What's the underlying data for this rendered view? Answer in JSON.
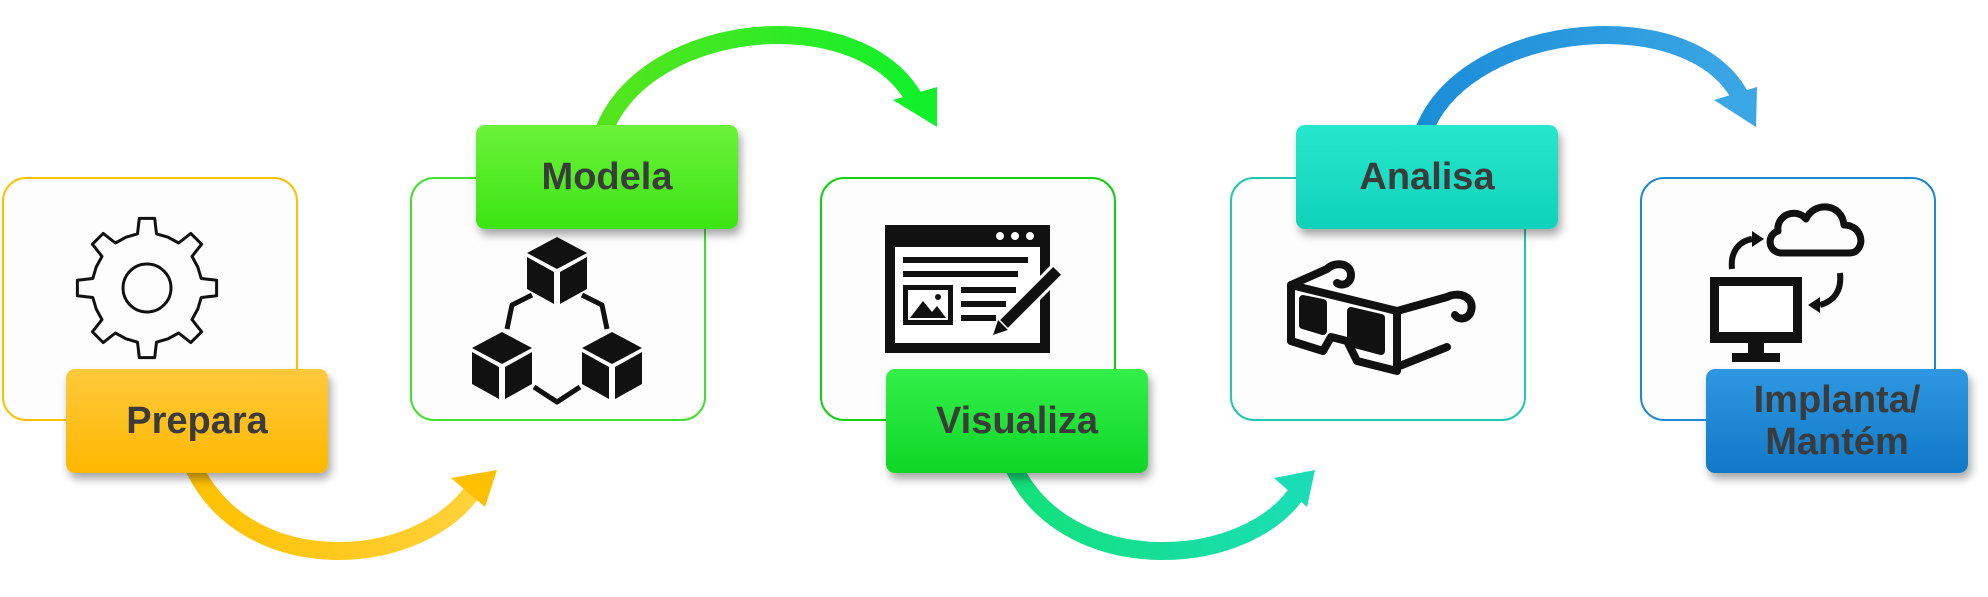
{
  "steps": [
    {
      "label": "Prepara",
      "icon": "gear-icon",
      "color": "#FFC107"
    },
    {
      "label": "Modela",
      "icon": "cubes-icon",
      "color": "#4CEB1E"
    },
    {
      "label": "Visualiza",
      "icon": "browser-edit-icon",
      "color": "#1AE037"
    },
    {
      "label": "Analisa",
      "icon": "3d-glasses-icon",
      "color": "#1BD8C4"
    },
    {
      "label_line1": "Implanta/",
      "label_line2": "Mantém",
      "icon": "cloud-sync-icon",
      "color": "#1585D8"
    }
  ],
  "colors": {
    "prepara_border": "#FFC000",
    "modela_border": "#40E030",
    "visualiza_border": "#10D010",
    "analisa_border": "#20C8B0",
    "implanta_border": "#1E88D0",
    "arrow_yellow": "#FFC000",
    "arrow_green": "#2EF515",
    "arrow_teal": "#14DDA0",
    "arrow_blue": "#1A90D8",
    "text": "#3B3B3B"
  }
}
